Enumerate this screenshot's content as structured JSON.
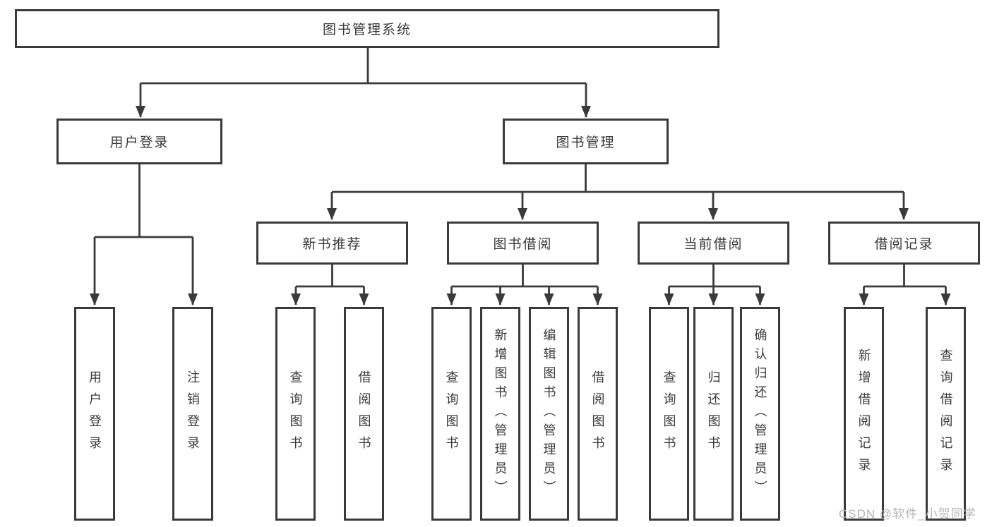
{
  "diagram": {
    "title": "图书管理系统",
    "branches": [
      {
        "label": "用户登录",
        "children": [
          {
            "label": "用户登录"
          },
          {
            "label": "注销登录"
          }
        ]
      },
      {
        "label": "图书管理",
        "children": [
          {
            "label": "新书推荐",
            "children": [
              {
                "label": "查询图书"
              },
              {
                "label": "借阅图书"
              }
            ]
          },
          {
            "label": "图书借阅",
            "children": [
              {
                "label": "查询图书"
              },
              {
                "label": "新增图书（管理员）"
              },
              {
                "label": "编辑图书（管理员）"
              },
              {
                "label": "借阅图书"
              }
            ]
          },
          {
            "label": "当前借阅",
            "children": [
              {
                "label": "查询图书"
              },
              {
                "label": "归还图书"
              },
              {
                "label": "确认归还（管理员）"
              }
            ]
          },
          {
            "label": "借阅记录",
            "children": [
              {
                "label": "新增借阅记录"
              },
              {
                "label": "查询借阅记录"
              }
            ]
          }
        ]
      }
    ]
  },
  "watermark": {
    "text": "CSDN @软件_小贺同学"
  },
  "theme": {
    "line-color": "#3a3a3a",
    "text-color": "#3a3a3a",
    "box-bg": "#ffffff",
    "watermark-color": "#b5b5b5"
  }
}
